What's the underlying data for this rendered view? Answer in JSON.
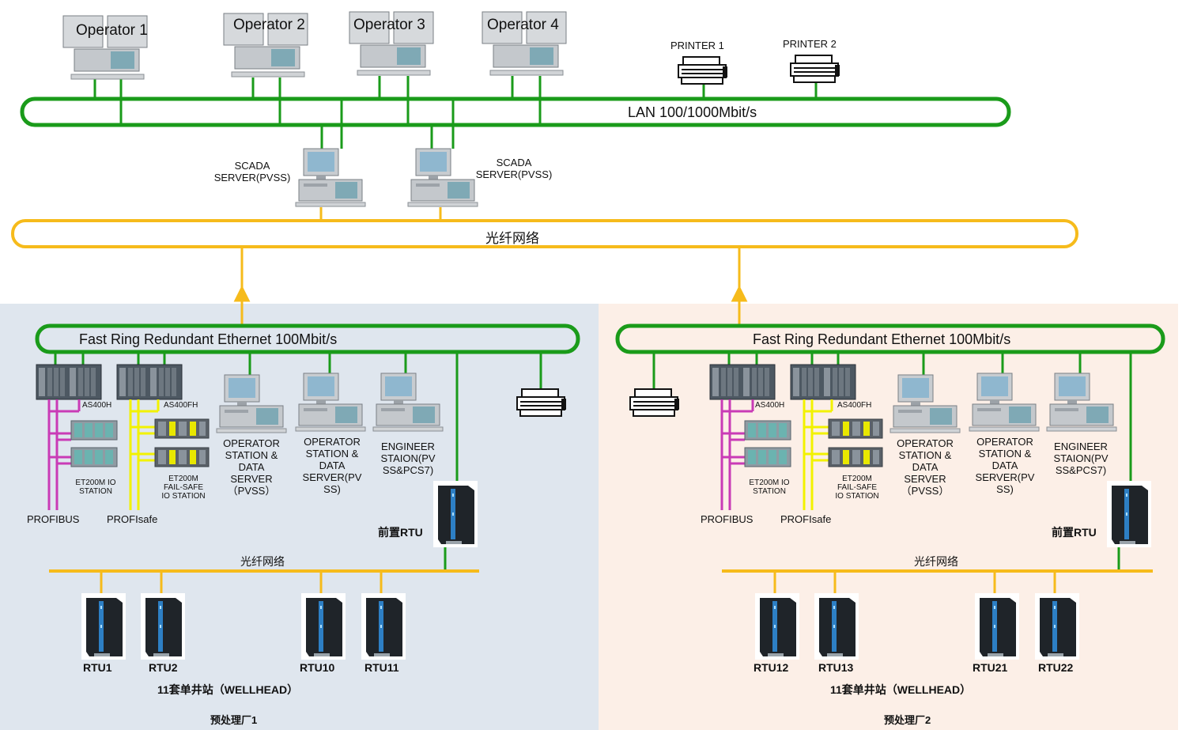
{
  "colors": {
    "lan_green": "#1a9b1a",
    "fiber_yellow": "#f6bb1b",
    "profibus_magenta": "#c93bb6",
    "profisafe_yellow": "#f2f200",
    "left_panel_bg": "#dfe6ee",
    "right_panel_bg": "#fcefe7"
  },
  "top": {
    "operators": [
      "Operator 1",
      "Operator 2",
      "Operator 3",
      "Operator 4"
    ],
    "printers": [
      "PRINTER 1",
      "PRINTER 2"
    ],
    "lan_label": "LAN 100/1000Mbit/s",
    "scada_left": "SCADA\nSERVER(PVSS)",
    "scada_right": "SCADA\nSERVER(PVSS)",
    "fiber_label": "光纤网络"
  },
  "plants": [
    {
      "ring_label": "Fast Ring Redundant Ethernet 100Mbit/s",
      "as400h": "AS400H",
      "as400fh": "AS400FH",
      "et200m": "ET200M IO\nSTATION",
      "et200m_fs": "ET200M\nFAIL-SAFE\nIO STATION",
      "profibus": "PROFIBUS",
      "profisafe": "PROFIsafe",
      "op_station_1": "OPERATOR\nSTATION &\nDATA\nSERVER\n（PVSS）",
      "op_station_2": "OPERATOR\nSTATION &\nDATA\nSERVER(PV\nSS)",
      "engineer": "ENGINEER\nSTAION(PV\nSS&PCS7)",
      "front_rtu": "前置RTU",
      "fiber_label": "光纤网络",
      "rtus": [
        "RTU1",
        "RTU2",
        "RTU10",
        "RTU11"
      ],
      "wellhead": "11套单井站（WELLHEAD）",
      "plant_name": "预处理厂1"
    },
    {
      "ring_label": "Fast Ring Redundant Ethernet 100Mbit/s",
      "as400h": "AS400H",
      "as400fh": "AS400FH",
      "et200m": "ET200M IO\nSTATION",
      "et200m_fs": "ET200M\nFAIL-SAFE\nIO STATION",
      "profibus": "PROFIBUS",
      "profisafe": "PROFIsafe",
      "op_station_1": "OPERATOR\nSTATION &\nDATA\nSERVER\n（PVSS）",
      "op_station_2": "OPERATOR\nSTATION &\nDATA\nSERVER(PV\nSS)",
      "engineer": "ENGINEER\nSTAION(PV\nSS&PCS7)",
      "front_rtu": "前置RTU",
      "fiber_label": "光纤网络",
      "rtus": [
        "RTU12",
        "RTU13",
        "RTU21",
        "RTU22"
      ],
      "wellhead": "11套单井站（WELLHEAD）",
      "plant_name": "预处理厂2"
    }
  ]
}
